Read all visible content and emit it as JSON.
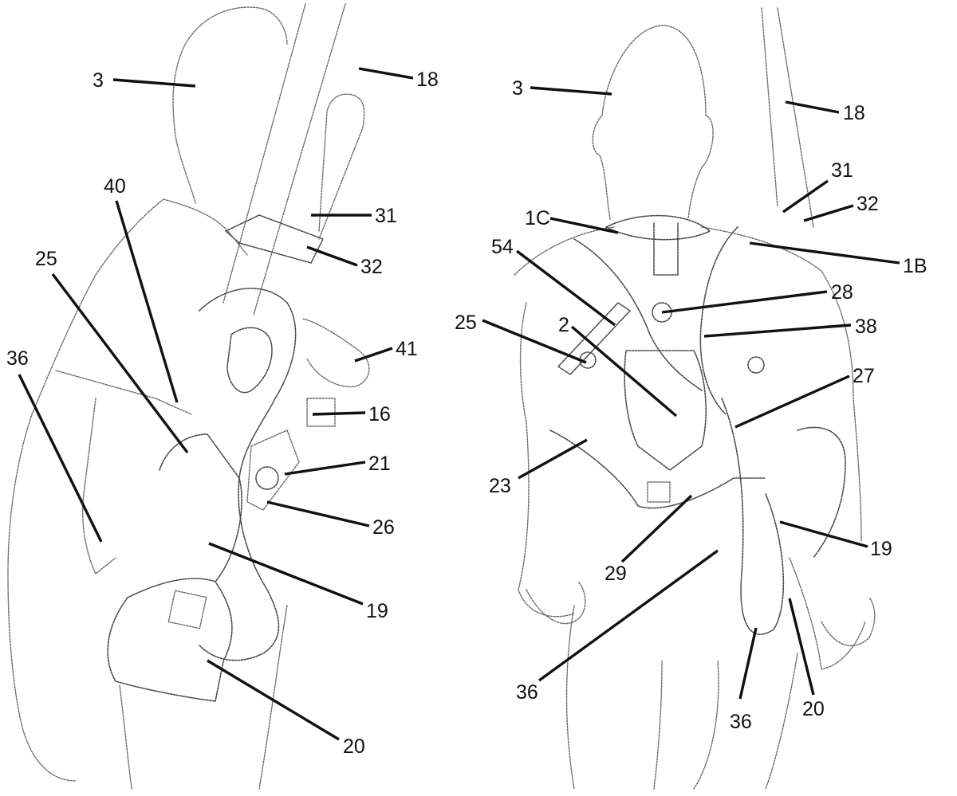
{
  "figure": {
    "views": [
      {
        "id": "side-view",
        "labels": [
          {
            "text": "3"
          },
          {
            "text": "18"
          },
          {
            "text": "40"
          },
          {
            "text": "31"
          },
          {
            "text": "32"
          },
          {
            "text": "25"
          },
          {
            "text": "36"
          },
          {
            "text": "41"
          },
          {
            "text": "16"
          },
          {
            "text": "21"
          },
          {
            "text": "26"
          },
          {
            "text": "19"
          },
          {
            "text": "20"
          }
        ]
      },
      {
        "id": "rear-view",
        "labels": [
          {
            "text": "3"
          },
          {
            "text": "18"
          },
          {
            "text": "31"
          },
          {
            "text": "32"
          },
          {
            "text": "1C"
          },
          {
            "text": "1B"
          },
          {
            "text": "54"
          },
          {
            "text": "28"
          },
          {
            "text": "25"
          },
          {
            "text": "2"
          },
          {
            "text": "38"
          },
          {
            "text": "27"
          },
          {
            "text": "23"
          },
          {
            "text": "29"
          },
          {
            "text": "19"
          },
          {
            "text": "36"
          },
          {
            "text": "36"
          },
          {
            "text": "20"
          }
        ]
      }
    ]
  }
}
